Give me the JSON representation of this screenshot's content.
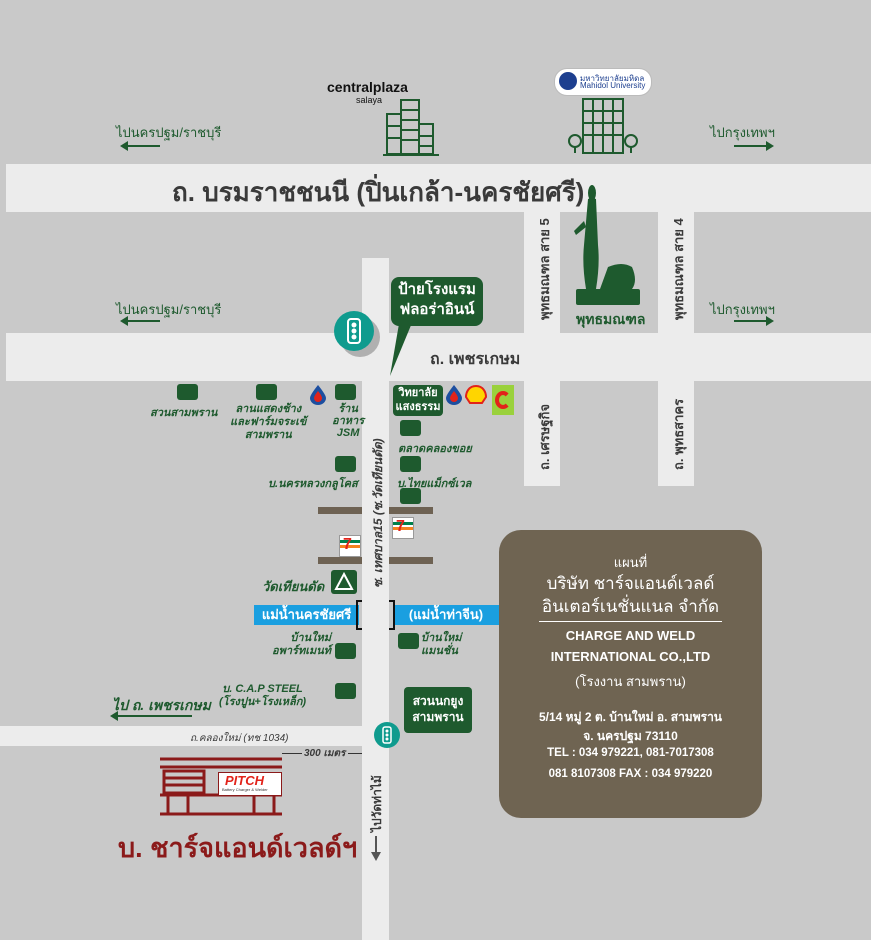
{
  "top_landmarks": {
    "centralplaza_name": "centralplaza",
    "centralplaza_sub": "salaya",
    "mahidol_thai": "มหาวิทยาลัยมหิดล",
    "mahidol_en": "Mahidol University"
  },
  "directions": {
    "to_nakhon_pathom_top": "ไปนครปฐม/ราชบุรี",
    "to_bangkok_top": "ไปกรุงเทพฯ",
    "to_nakhon_pathom_mid": "ไปนครปฐม/ราชบุรี",
    "to_bangkok_mid": "ไปกรุงเทพฯ",
    "to_phetkasem": "ไป ถ. เพชรเกษม",
    "to_wat_tha_mai": "ไปวัดท่าไม้"
  },
  "roads": {
    "borommaratchachonnani": "ถ. บรมราชชนนี (ปิ่นเกล้า-นครชัยศรี)",
    "phetkasem": "ถ. เพชรเกษม",
    "phutthamonthon_5": "พุทธมณฑล สาย 5",
    "phutthamonthon_4": "พุทธมณฑล สาย 4",
    "setthakit": "ถ. เศรษฐกิจ",
    "phutthasakhon": "ถ. พุทธสาคร",
    "thesaban15": "ซ. เทศบาล15 (ซ.วัดเทียนดัด)",
    "khlong_mai": "ถ.คลองใหม่",
    "khlong_mai_code": "(ทช 1034)",
    "distance": "300 เมตร"
  },
  "places": {
    "phutthamonthon": "พุทธมณฑล",
    "hotel_sign_line1": "ป้ายโรงแรม",
    "hotel_sign_line2": "ฟลอร่าอินน์",
    "suan_sampran": "สวนสามพราน",
    "lan_saeng_line1": "ลานแสดงช้าง",
    "lan_saeng_line2": "และฟาร์มจระเข้",
    "lan_saeng_line3": "สามพราน",
    "jsm_line1": "ร้าน",
    "jsm_line2": "อาหาร",
    "jsm_line3": "JSM",
    "college_line1": "วิทยาลัย",
    "college_line2": "แสงธรรม",
    "talat": "ตลาดคลองขอย",
    "nakhon_luang": "บ.นครหลวงกลูโคส",
    "thai_max": "บ.ไทยแม็กซ์เวล",
    "wat_thian_dat": "วัดเทียนดัด",
    "river_nakhon_chai_si": "แม่น้ำนครชัยศรี",
    "river_tha_chin": "(แม่น้ำท่าจีน)",
    "ban_mai_apartment_line1": "บ้านใหม่",
    "ban_mai_apartment_line2": "อพาร์ทเมนท์",
    "ban_mai_mansion_line1": "บ้านใหม่",
    "ban_mai_mansion_line2": "แมนชั่น",
    "cap_steel_line1": "บ. C.A.P STEEL",
    "cap_steel_line2": "(โรงปูน+โรงเหล็ก)",
    "suan_nok_yung_line1": "สวนนกยูง",
    "suan_nok_yung_line2": "สามพราน",
    "pitch_brand": "PITCH",
    "pitch_sub": "Battery Charger & Welder",
    "company_short": "บ. ชาร์จแอนด์เวลด์ฯ"
  },
  "info": {
    "title": "แผนที่",
    "company_th_1": "บริษัท ชาร์จแอนด์เวลด์",
    "company_th_2": "อินเตอร์เนชั่นแนล จำกัด",
    "company_en_1": "CHARGE AND WELD",
    "company_en_2": "INTERNATIONAL CO.,LTD",
    "branch": "(โรงงาน สามพราน)",
    "address_1": "5/14 หมู่ 2 ต. บ้านใหม่ อ. สามพราน",
    "address_2": "จ. นครปฐม 73110",
    "tel": "TEL : 034 979221, 081-7017308",
    "tel_fax": "081 8107308 FAX : 034 979220"
  },
  "colors": {
    "background": "#c9c9c9",
    "road": "#ececec",
    "green": "#1e5a2e",
    "info_box": "#6f6452",
    "river": "#1a9fe0",
    "pitch_red": "#8b1a1a"
  }
}
